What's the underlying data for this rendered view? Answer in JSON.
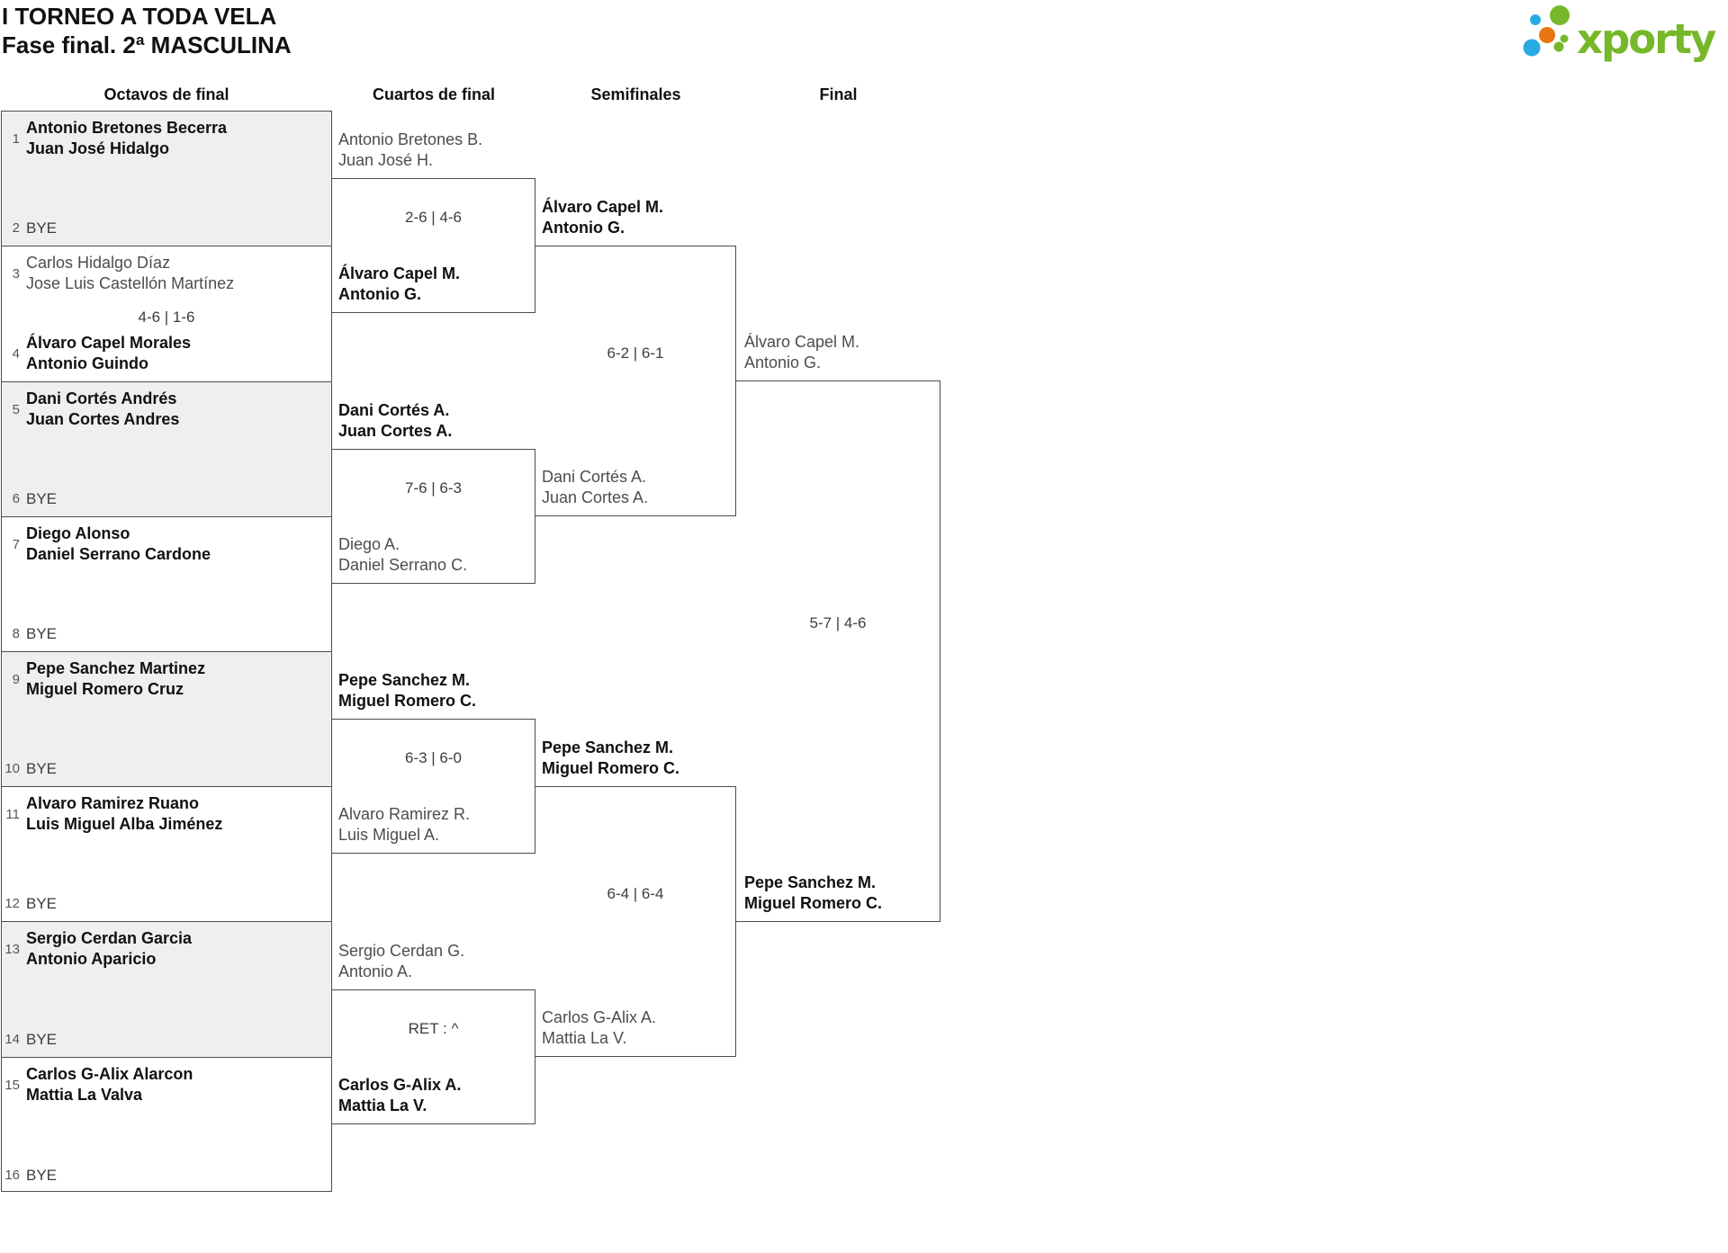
{
  "header": {
    "title_line1": "I TORNEO A TODA VELA",
    "title_line2": "Fase final. 2ª MASCULINA"
  },
  "logo": {
    "text": "xporty",
    "colors": {
      "green": "#76b82a",
      "blue": "#29abe2",
      "orange": "#e87511"
    }
  },
  "round_headers": {
    "r16": "Octavos de final",
    "qf": "Cuartos de final",
    "sf": "Semifinales",
    "final": "Final"
  },
  "octavos": [
    {
      "seed_top": "1",
      "team_top": [
        "Antonio Bretones Becerra",
        "Juan José Hidalgo"
      ],
      "seed_bottom": "2",
      "bottom_label": "BYE",
      "winner": "top"
    },
    {
      "seed_top": "3",
      "team_top": [
        "Carlos Hidalgo Díaz",
        "Jose Luis Castellón Martínez"
      ],
      "score": "4-6 | 1-6",
      "seed_bottom": "4",
      "team_bottom": [
        "Álvaro Capel Morales",
        "Antonio Guindo"
      ],
      "winner": "bottom"
    },
    {
      "seed_top": "5",
      "team_top": [
        "Dani Cortés Andrés",
        "Juan Cortes Andres"
      ],
      "seed_bottom": "6",
      "bottom_label": "BYE",
      "winner": "top"
    },
    {
      "seed_top": "7",
      "team_top": [
        "Diego Alonso",
        "Daniel Serrano Cardone"
      ],
      "seed_bottom": "8",
      "bottom_label": "BYE",
      "winner": "top"
    },
    {
      "seed_top": "9",
      "team_top": [
        "Pepe Sanchez Martinez",
        "Miguel Romero Cruz"
      ],
      "seed_bottom": "10",
      "bottom_label": "BYE",
      "winner": "top"
    },
    {
      "seed_top": "11",
      "team_top": [
        "Alvaro Ramirez Ruano",
        "Luis Miguel Alba Jiménez"
      ],
      "seed_bottom": "12",
      "bottom_label": "BYE",
      "winner": "top"
    },
    {
      "seed_top": "13",
      "team_top": [
        "Sergio Cerdan Garcia",
        "Antonio Aparicio"
      ],
      "seed_bottom": "14",
      "bottom_label": "BYE",
      "winner": "top"
    },
    {
      "seed_top": "15",
      "team_top": [
        "Carlos G-Alix Alarcon",
        "Mattia La Valva"
      ],
      "seed_bottom": "16",
      "bottom_label": "BYE",
      "winner": "top"
    }
  ],
  "cuartos": [
    {
      "team_top": [
        "Antonio Bretones B.",
        "Juan José H."
      ],
      "score": "2-6 | 4-6",
      "team_bottom": [
        "Álvaro Capel M.",
        "Antonio G."
      ],
      "winner": "bottom"
    },
    {
      "team_top": [
        "Dani Cortés A.",
        "Juan Cortes A."
      ],
      "score": "7-6 | 6-3",
      "team_bottom": [
        "Diego A.",
        "Daniel Serrano C."
      ],
      "winner": "top"
    },
    {
      "team_top": [
        "Pepe Sanchez M.",
        "Miguel Romero C."
      ],
      "score": "6-3 | 6-0",
      "team_bottom": [
        "Alvaro Ramirez R.",
        "Luis Miguel A."
      ],
      "winner": "top"
    },
    {
      "team_top": [
        "Sergio Cerdan G.",
        "Antonio A."
      ],
      "score": "RET : ^",
      "team_bottom": [
        "Carlos G-Alix A.",
        "Mattia La V."
      ],
      "winner": "bottom"
    }
  ],
  "semifinales": [
    {
      "team_top": [
        "Álvaro Capel M.",
        "Antonio G."
      ],
      "score": "6-2 | 6-1",
      "team_bottom": [
        "Dani Cortés A.",
        "Juan Cortes A."
      ],
      "winner": "top"
    },
    {
      "team_top": [
        "Pepe Sanchez M.",
        "Miguel Romero C."
      ],
      "score": "6-4 | 6-4",
      "team_bottom": [
        "Carlos G-Alix A.",
        "Mattia La V."
      ],
      "winner": "top"
    }
  ],
  "final_match": {
    "team_top": [
      "Álvaro Capel M.",
      "Antonio G."
    ],
    "score": "5-7 | 4-6",
    "team_bottom": [
      "Pepe Sanchez M.",
      "Miguel Romero C."
    ],
    "winner": "bottom"
  }
}
